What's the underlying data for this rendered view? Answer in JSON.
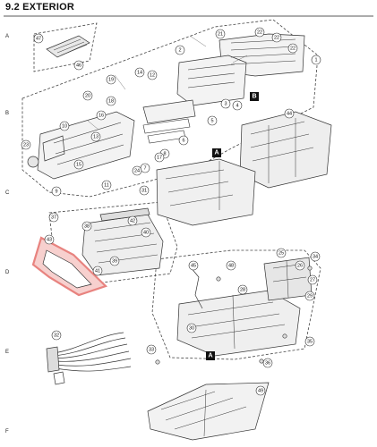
{
  "header": {
    "title": "9.2  EXTERIOR"
  },
  "ruler": {
    "marks": [
      "A",
      "B",
      "C",
      "D",
      "E",
      "F"
    ]
  },
  "diagram": {
    "markers": [
      "A",
      "B",
      "A"
    ],
    "part_labels": {
      "p1": "1",
      "p2": "2",
      "p3": "3",
      "p4": "4",
      "p5": "5",
      "p6": "6",
      "p7": "7",
      "p8": "8",
      "p9": "9",
      "p10": "10",
      "p11": "11",
      "p12": "12",
      "p13": "13",
      "p14": "14",
      "p15": "15",
      "p16": "16",
      "p17": "17",
      "p18": "18",
      "p19": "19",
      "p20": "20",
      "p21": "21",
      "p22a": "22",
      "p22b": "22",
      "p22c": "22",
      "p23": "23",
      "p24": "24",
      "p25": "25",
      "p26": "26",
      "p27": "27",
      "p28": "28",
      "p29": "29",
      "p30": "30",
      "p31": "31",
      "p32": "32",
      "p33": "33",
      "p34": "34",
      "p35": "35",
      "p36": "36",
      "p37": "37",
      "p38": "38",
      "p39": "39",
      "p40": "40",
      "p41": "41",
      "p42": "42",
      "p43": "43",
      "p44": "44",
      "p45": "45",
      "p46": "46",
      "p47": "47",
      "p48": "48",
      "p49": "49"
    },
    "colors": {
      "line": "#333333",
      "highlight": "#e8837f",
      "dash": "#444444"
    }
  }
}
